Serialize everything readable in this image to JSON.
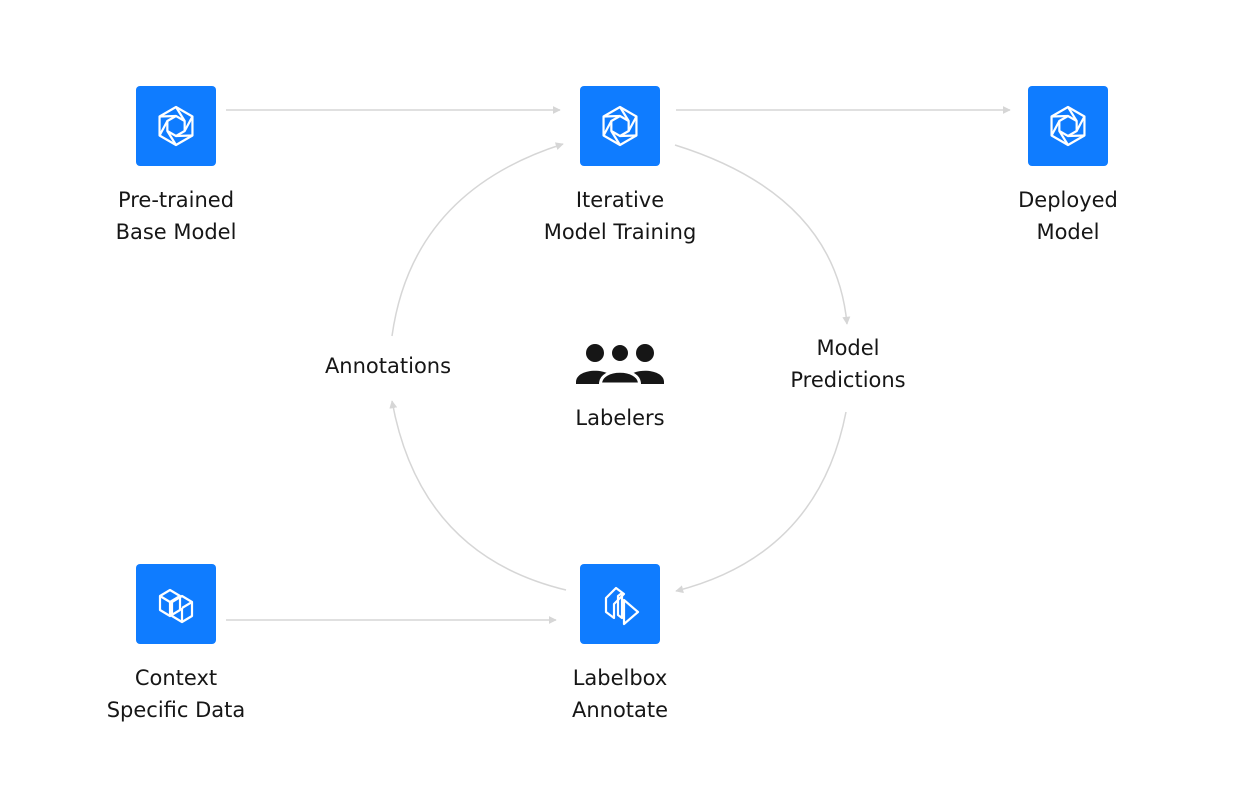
{
  "colors": {
    "box": "#0f7cff",
    "icon": "#ffffff",
    "arrow": "#d6d6d6",
    "text": "#161616"
  },
  "nodes": {
    "pretrained": {
      "icon": "aperture-hexagon-icon",
      "line1": "Pre-trained",
      "line2": "Base Model"
    },
    "iterative": {
      "icon": "aperture-hexagon-icon",
      "line1": "Iterative",
      "line2": "Model Training"
    },
    "deployed": {
      "icon": "aperture-hexagon-icon",
      "line1": "Deployed",
      "line2": "Model"
    },
    "context": {
      "icon": "labelbox-cube-icon",
      "line1": "Context",
      "line2": "Specific Data"
    },
    "annotate": {
      "icon": "labelbox-annotate-icon",
      "line1": "Labelbox",
      "line2": "Annotate"
    }
  },
  "cycle_labels": {
    "annotations": "Annotations",
    "predictions_line1": "Model",
    "predictions_line2": "Predictions"
  },
  "center": {
    "icon": "people-group-icon",
    "label": "Labelers"
  }
}
